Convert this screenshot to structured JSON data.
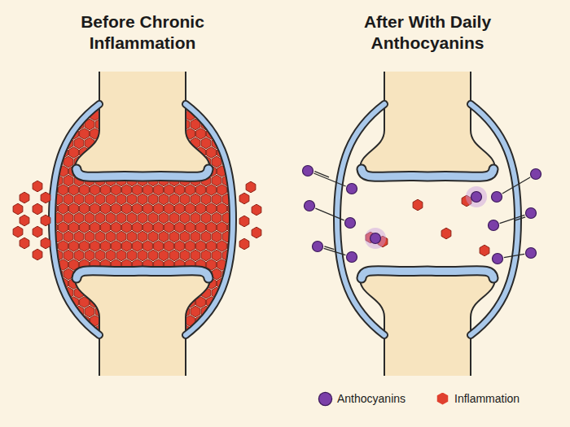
{
  "diagram": {
    "labels": [
      "Before Chronic Inflammation",
      "After With Daily Anthocyanins"
    ],
    "legend": [
      {
        "text": "Anthocyanins",
        "color": "#7b3fa8"
      },
      {
        "text": "Inflammation",
        "color": "#e0402f"
      }
    ]
  }
}
